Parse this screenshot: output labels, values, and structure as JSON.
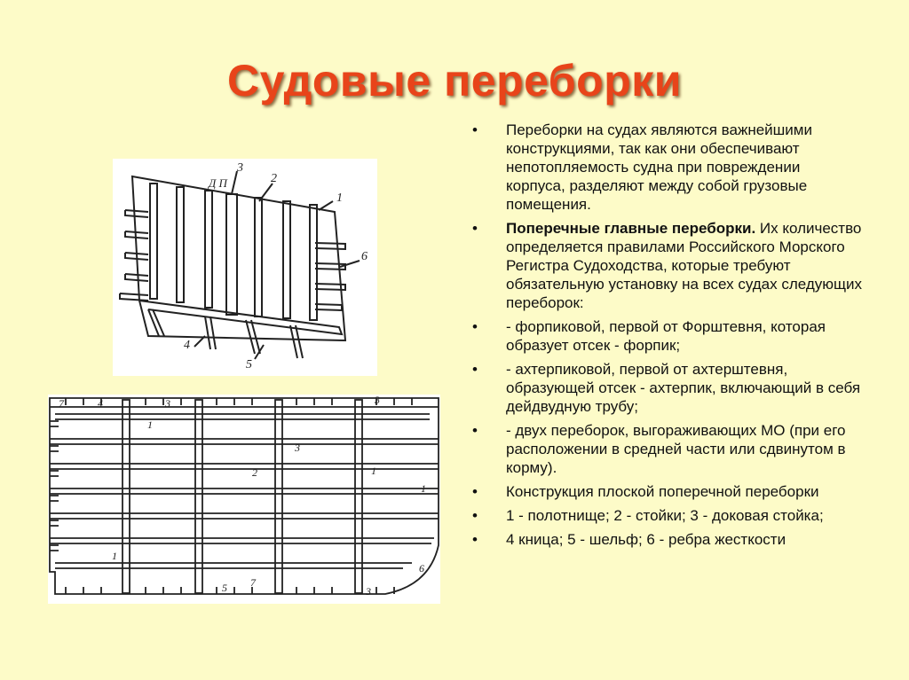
{
  "slide": {
    "title": "Судовые переборки",
    "bullets": [
      {
        "bold": "",
        "text": "Переборки на судах являются важнейшими конструкциями, так как они обеспечивают непотопляемость судна при повреждении корпуса, разделяют между собой грузовые помещения."
      },
      {
        "bold": "Поперечные главные переборки.",
        "text": " Их количество определяется правилами Российского Морского Регистра Судоходства, которые требуют обязательную установку на всех судах следующих переборок:"
      },
      {
        "bold": "",
        "text": "- форпиковой, первой от Форштевня, которая образует отсек - форпик;"
      },
      {
        "bold": "",
        "text": "- ахтерпиковой, первой от ахтерштевня, образующей отсек - ахтерпик, включающий в себя дейдвудную трубу;"
      },
      {
        "bold": "",
        "text": "- двух переборок, выгораживающих МО (при его расположении в средней части или сдвинутом в корму)."
      },
      {
        "bold": "",
        "text": "Конструкция плоской поперечной переборки"
      },
      {
        "bold": "",
        "text": "1 - полотнище; 2 - стойки; 3 - доковая стойка;"
      },
      {
        "bold": "",
        "text": "4 кница; 5 - шельф; 6 - ребра жесткости"
      }
    ],
    "bullet_char": "•"
  },
  "figure1": {
    "labels": {
      "dp": "Д П",
      "n1": "1",
      "n2": "2",
      "n3": "3",
      "n4": "4",
      "n5": "5",
      "n6": "6"
    }
  },
  "figure2": {
    "labels": {
      "top7": "7",
      "top4": "4",
      "top3a": "3",
      "top3b": "3",
      "l1": "1",
      "l2": "2",
      "l3": "3",
      "l1b": "1",
      "l1c": "1",
      "l1d": "1",
      "l5": "5",
      "l6": "6",
      "l7": "7",
      "l3b": "3"
    }
  },
  "colors": {
    "background": "#fdfbc8",
    "title": "#e8441a",
    "text": "#111111"
  }
}
